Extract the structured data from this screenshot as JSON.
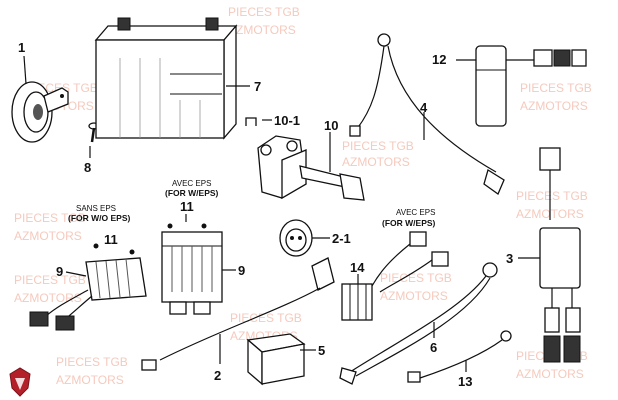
{
  "watermark": {
    "line1": "PIECES TGB",
    "line2": "AZMOTORS",
    "color": "#f2b8a8"
  },
  "callouts": {
    "c1": "1",
    "c2": "2",
    "c2_1": "2-1",
    "c3": "3",
    "c4": "4",
    "c5": "5",
    "c6": "6",
    "c7": "7",
    "c8": "8",
    "c9a": "9",
    "c9b": "9",
    "c10": "10",
    "c10_1": "10-1",
    "c11a": "11",
    "c11b": "11",
    "c12": "12",
    "c13": "13",
    "c14": "14"
  },
  "notes": {
    "eps_top": "AVEC EPS",
    "eps_top_en": "(FOR W/EPS)",
    "no_eps": "SANS EPS",
    "no_eps_en": "(FOR W/O EPS)",
    "eps_mid": "AVEC EPS",
    "eps_mid_en": "(FOR W/EPS)"
  },
  "logo": {
    "icon": "shield-logo-icon",
    "color": "#b3202a"
  }
}
